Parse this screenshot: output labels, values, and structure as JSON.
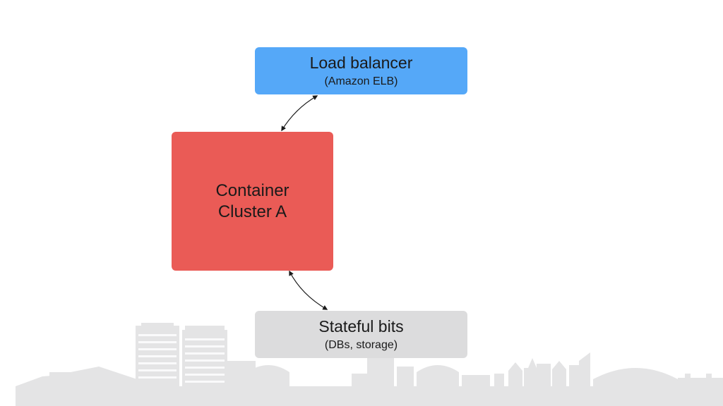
{
  "diagram": {
    "nodes": {
      "load_balancer": {
        "title": "Load balancer",
        "subtitle": "(Amazon ELB)",
        "color": "#55a8f8"
      },
      "container_cluster": {
        "title": "Container\nCluster A",
        "color": "#ea5b56"
      },
      "stateful": {
        "title": "Stateful bits",
        "subtitle": "(DBs, storage)",
        "color": "#dcdcdd"
      }
    },
    "edges": [
      {
        "from": "load_balancer",
        "to": "container_cluster",
        "direction": "bidirectional"
      },
      {
        "from": "container_cluster",
        "to": "stateful",
        "direction": "bidirectional"
      }
    ]
  },
  "background": {
    "decoration": "city-skyline-silhouette",
    "color": "#e4e4e5"
  }
}
